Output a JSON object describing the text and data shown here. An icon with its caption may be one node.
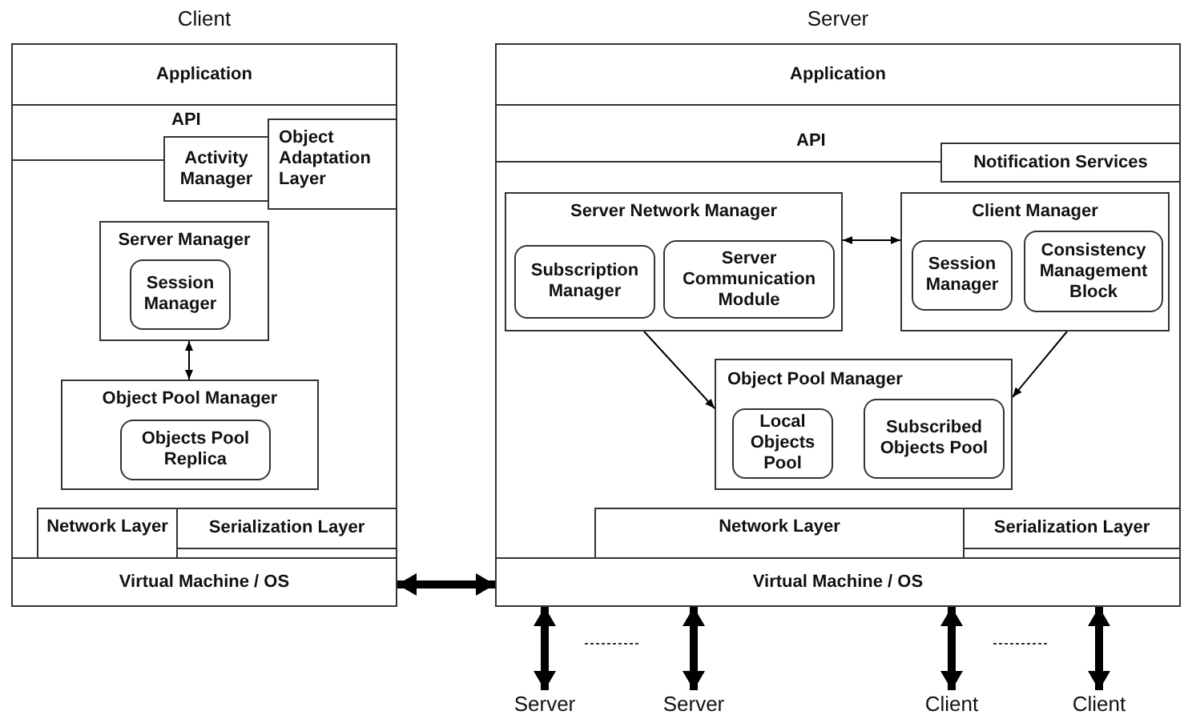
{
  "diagram": {
    "nodes": [
      {
        "text": [
          "Client"
        ]
      },
      {
        "text": [
          "Application"
        ],
        "in": 0
      },
      {
        "text": [
          "Activity Manager"
        ],
        "in": 0
      },
      {
        "text": [
          "Object Adaptation Layer"
        ],
        "in": 0
      },
      {
        "text": [
          "Server Manager"
        ],
        "in": 0
      },
      {
        "text": [
          "Session Manager"
        ],
        "in": 4
      },
      {
        "text": [
          "Object Pool Manager"
        ],
        "in": 0
      },
      {
        "text": [
          "Objects Pool Replica"
        ],
        "in": 6
      },
      {
        "text": [
          "Network Layer"
        ],
        "in": 0
      },
      {
        "text": [
          "Serialization Layer"
        ],
        "in": 0
      },
      {
        "text": [
          "Virtual Machine / OS"
        ],
        "in": 0
      },
      {
        "text": [
          "Server"
        ]
      },
      {
        "text": [
          "Application"
        ],
        "in": 11
      },
      {
        "text": [
          "Notification Services"
        ],
        "in": 11
      },
      {
        "text": [
          "Server Network Manager"
        ],
        "in": 11
      },
      {
        "text": [
          "Subscription Manager"
        ],
        "in": 14
      },
      {
        "text": [
          "Server Communication Module"
        ],
        "in": 14
      },
      {
        "text": [
          "Client Manager"
        ],
        "in": 11
      },
      {
        "text": [
          "Session Manager"
        ],
        "in": 17
      },
      {
        "text": [
          "Consistency Management Block"
        ],
        "in": 17
      },
      {
        "text": [
          "Object Pool Manager"
        ],
        "in": 11
      },
      {
        "text": [
          "Local Objects Pool"
        ],
        "in": 20
      },
      {
        "text": [
          "Subscribed Objects Pool"
        ],
        "in": 20
      },
      {
        "text": [
          "Network Layer"
        ],
        "in": 11
      },
      {
        "text": [
          "Serialization Layer"
        ],
        "in": 11
      },
      {
        "text": [
          "Virtual Machine / OS"
        ],
        "in": 11
      },
      {
        "text": [
          "Server"
        ]
      },
      {
        "text": [
          "Server"
        ]
      },
      {
        "text": [
          "Client"
        ]
      },
      {
        "text": [
          "Client"
        ]
      }
    ],
    "edges": [
      {
        "from": 4,
        "to": 6,
        "arrow": "both"
      },
      {
        "from": 10,
        "to": 25,
        "arrow": "both"
      },
      {
        "from": 14,
        "to": 17,
        "arrow": "both"
      },
      {
        "from": 14,
        "to": 20,
        "arrow": "to"
      },
      {
        "from": 17,
        "to": 20,
        "arrow": "to"
      },
      {
        "from": 25,
        "to": 26,
        "arrow": "both"
      },
      {
        "from": 25,
        "to": 27,
        "arrow": "both"
      },
      {
        "from": 25,
        "to": 28,
        "arrow": "both"
      },
      {
        "from": 25,
        "to": 29,
        "arrow": "both"
      }
    ],
    "labels": [
      "API",
      "API"
    ]
  }
}
